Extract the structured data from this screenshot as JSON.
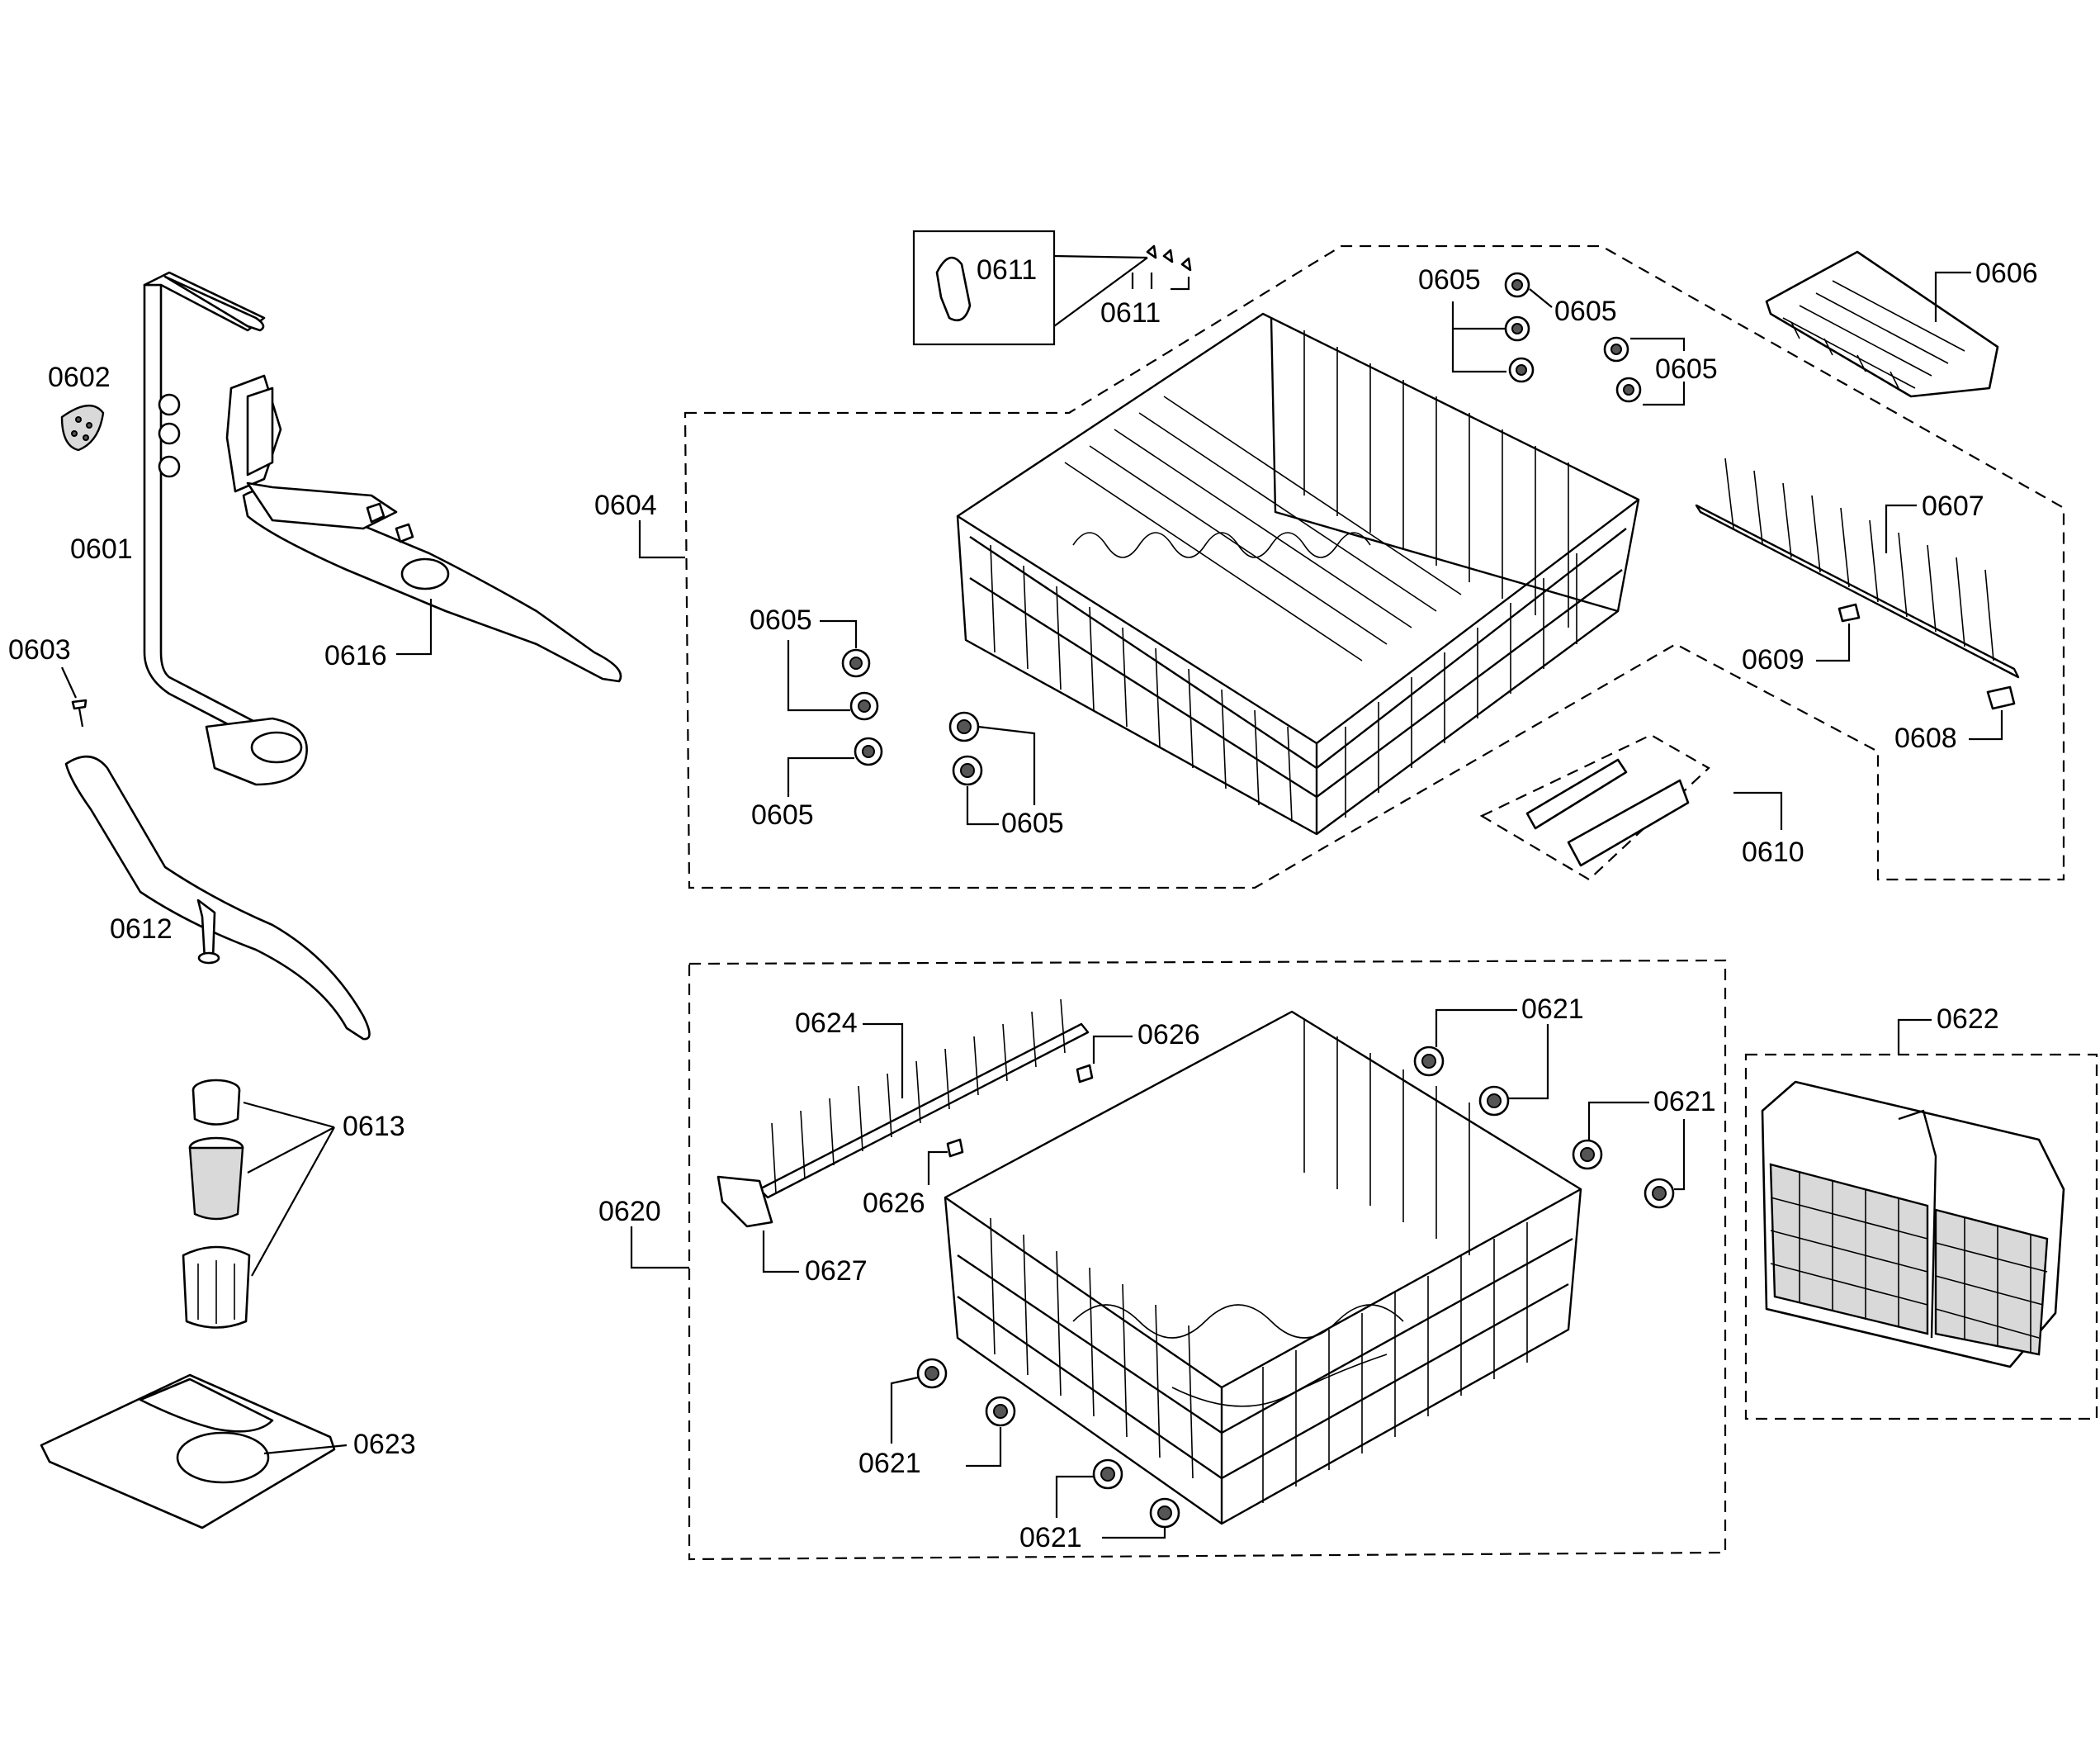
{
  "callouts": {
    "c0601": "0601",
    "c0602": "0602",
    "c0603": "0603",
    "c0604": "0604",
    "c0605a": "0605",
    "c0605b": "0605",
    "c0605c": "0605",
    "c0605d": "0605",
    "c0605e": "0605",
    "c0605f": "0605",
    "c0606": "0606",
    "c0607": "0607",
    "c0608": "0608",
    "c0609": "0609",
    "c0610": "0610",
    "c0611a": "0611",
    "c0611b": "0611",
    "c0612": "0612",
    "c0613": "0613",
    "c0616": "0616",
    "c0620": "0620",
    "c0621a": "0621",
    "c0621b": "0621",
    "c0621c": "0621",
    "c0621d": "0621",
    "c0622": "0622",
    "c0623": "0623",
    "c0624": "0624",
    "c0626a": "0626",
    "c0626b": "0626",
    "c0627": "0627"
  },
  "colors": {
    "line": "#000000",
    "background": "#ffffff",
    "part_fill": "#ffffff",
    "shade": "#d9d9d9"
  }
}
